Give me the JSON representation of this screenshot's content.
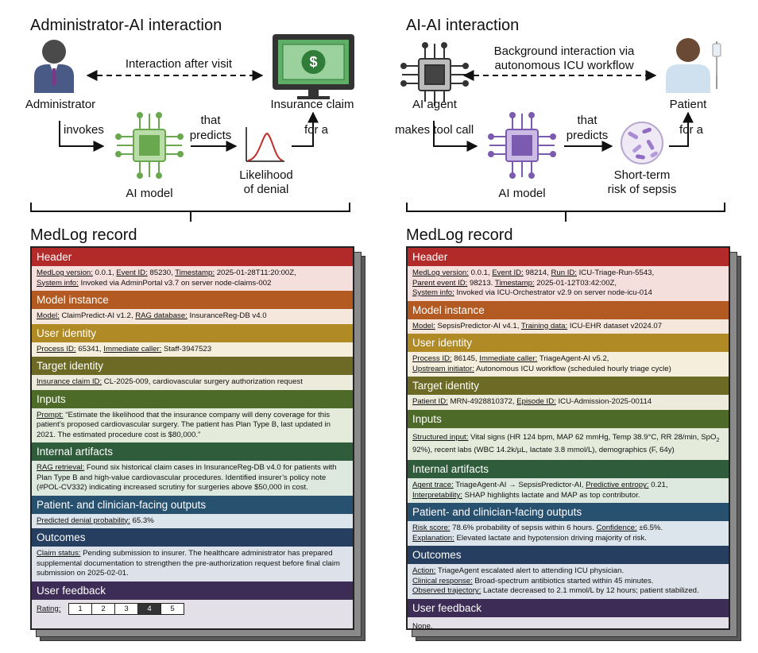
{
  "left_panel": {
    "title": "Administrator-AI interaction",
    "actor_label": "Administrator",
    "edge_top_label": "Interaction after visit",
    "target_label": "Insurance claim",
    "invokes_label": "invokes",
    "model_label": "AI model",
    "predicts_label_1": "that",
    "predicts_label_2": "predicts",
    "outcome_label_1": "Likelihood",
    "outcome_label_2": "of denial",
    "for_label": "for a",
    "record_title": "MedLog record",
    "sections": {
      "header": {
        "title": "Header",
        "k1": "MedLog version:",
        "v1": " 0.0.1, ",
        "k2": "Event ID:",
        "v2": " 85230, ",
        "k3": "Timestamp:",
        "v3": " 2025-01-28T11:20:00Z,",
        "k4": "System info:",
        "v4": " Invoked via AdminPortal v3.7 on server node-claims-002"
      },
      "model": {
        "title": "Model instance",
        "k1": "Model:",
        "v1": " ClaimPredict-AI v1.2, ",
        "k2": "RAG database:",
        "v2": " InsuranceReg-DB v4.0"
      },
      "user": {
        "title": "User identity",
        "k1": "Process ID:",
        "v1": " 65341, ",
        "k2": "Immediate caller:",
        "v2": " Staff-3947523"
      },
      "target": {
        "title": "Target identity",
        "k1": "Insurance claim ID:",
        "v1": " CL-2025-009, cardiovascular surgery authorization request"
      },
      "inputs": {
        "title": "Inputs",
        "k1": "Prompt:",
        "v1": " “Estimate the likelihood that the insurance company will deny coverage for this patient’s proposed cardiovascular surgery. The patient has Plan Type B, last updated in 2021. The estimated procedure cost is $80,000.”"
      },
      "artifacts": {
        "title": "Internal artifacts",
        "k1": "RAG retrieval:",
        "v1": " Found six historical claim cases in InsuranceReg-DB v4.0 for patients with Plan Type B and high-value cardiovascular procedures. Identified insurer’s policy note (#POL-CV332) indicating increased scrutiny for surgeries above $50,000 in cost."
      },
      "outputs": {
        "title": "Patient- and clinician-facing outputs",
        "k1": "Predicted denial probability:",
        "v1": " 65.3%"
      },
      "outcomes": {
        "title": "Outcomes",
        "k1": "Claim status:",
        "v1": " Pending submission to insurer. The healthcare administrator has prepared supplemental documentation to strengthen the pre-authorization request before final claim submission on 2025-02-01."
      },
      "feedback": {
        "title": "User feedback",
        "k1": "Rating:",
        "ratings": [
          "1",
          "2",
          "3",
          "4",
          "5"
        ],
        "selected_rating": "4"
      }
    }
  },
  "right_panel": {
    "title": "AI-AI interaction",
    "actor_label": "AI agent",
    "edge_top_label_1": "Background interaction via",
    "edge_top_label_2": "autonomous ICU workflow",
    "target_label": "Patient",
    "invokes_label": "makes tool call",
    "model_label": "AI model",
    "predicts_label_1": "that",
    "predicts_label_2": "predicts",
    "outcome_label_1": "Short-term",
    "outcome_label_2": "risk of sepsis",
    "for_label": "for a",
    "record_title": "MedLog record",
    "sections": {
      "header": {
        "title": "Header",
        "k1": "MedLog version:",
        "v1": " 0.0.1, ",
        "k2": "Event ID:",
        "v2": " 98214, ",
        "k3": "Run ID:",
        "v3": " ICU-Triage-Run-5543,",
        "k4": "Parent event ID:",
        "v4": " 98213. ",
        "k5": "Timestamp:",
        "v5": " 2025-01-12T03:42:00Z,",
        "k6": "System info:",
        "v6": " Invoked via ICU-Orchestrator v2.9 on server node-icu-014"
      },
      "model": {
        "title": "Model instance",
        "k1": "Model:",
        "v1": " SepsisPredictor-AI v4.1, ",
        "k2": "Training data:",
        "v2": " ICU-EHR dataset v2024.07"
      },
      "user": {
        "title": "User identity",
        "k1": "Process ID:",
        "v1": " 86145, ",
        "k2": "Immediate caller:",
        "v2": " TriageAgent-AI v5.2,",
        "k3": "Upstream initiator:",
        "v3": " Autonomous ICU workflow (scheduled hourly triage cycle)"
      },
      "target": {
        "title": "Target identity",
        "k1": "Patient ID:",
        "v1": " MRN-4928810372, ",
        "k2": "Episode ID:",
        "v2": " ICU-Admission-2025-00114"
      },
      "inputs": {
        "title": "Inputs",
        "k1": "Structured input:",
        "v1": " Vital signs (HR 124 bpm, MAP 62 mmHg, Temp 38.9°C, RR 28/min, SpO",
        "sub": "2",
        "v1b": " 92%), recent labs (WBC 14.2k/µL, lactate 3.8 mmol/L), demographics (F, 64y)"
      },
      "artifacts": {
        "title": "Internal artifacts",
        "k1": "Agent trace:",
        "v1": " TriageAgent-AI → SepsisPredictor-AI, ",
        "k2": "Predictive entropy:",
        "v2": " 0.21,",
        "k3": "Interpretability:",
        "v3": " SHAP highlights lactate and MAP as top contributor."
      },
      "outputs": {
        "title": "Patient- and clinician-facing outputs",
        "k1": "Risk score:",
        "v1": " 78.6% probability of sepsis within 6 hours. ",
        "k2": "Confidence:",
        "v2": " ±6.5%.",
        "k3": "Explanation:",
        "v3": " Elevated lactate and hypotension driving majority of risk."
      },
      "outcomes": {
        "title": "Outcomes",
        "k1": "Action:",
        "v1": " TriageAgent escalated alert to attending ICU physician.",
        "k2": "Clinical response:",
        "v2": " Broad-spectrum antibiotics started within 45 minutes.",
        "k3": "Observed trajectory:",
        "v3": " Lactate decreased to 2.1 mmol/L by 12 hours; patient stabilized."
      },
      "feedback": {
        "title": "User feedback",
        "v1": "None."
      }
    }
  },
  "colors": {
    "header": "#b22a29",
    "header_body": "#f5dfdc",
    "model": "#b25a22",
    "model_body": "#f6e7dd",
    "user": "#b08a24",
    "user_body": "#f5eedd",
    "target": "#6c6a25",
    "target_body": "#ecebdc",
    "inputs": "#4e6a28",
    "inputs_body": "#e4ebdb",
    "artifacts": "#2f5c3a",
    "artifacts_body": "#dde8df",
    "outputs": "#28506f",
    "outputs_body": "#dce5ec",
    "outcomes": "#263e60",
    "outcomes_body": "#dde2ea",
    "feedback": "#3d2c55",
    "feedback_body": "#e3e0e8",
    "ai_green": "#6aa84f",
    "ai_purple": "#7a5bb0"
  }
}
